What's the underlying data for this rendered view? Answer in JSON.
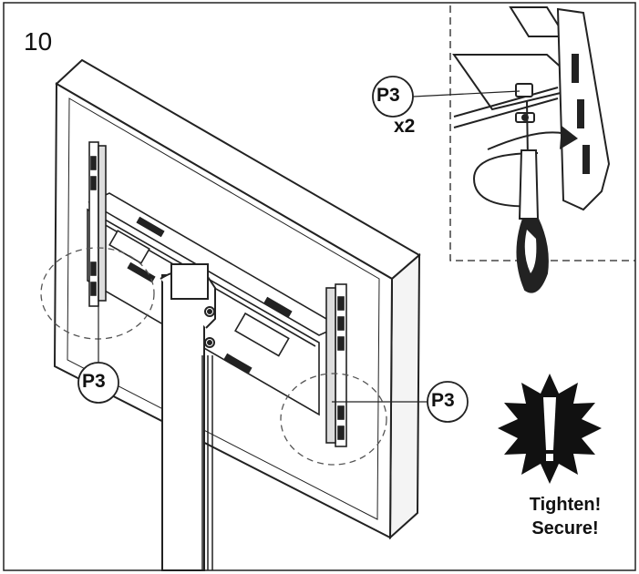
{
  "step": {
    "number": "10"
  },
  "callouts": {
    "detail_part": "P3",
    "detail_qty": "x2",
    "left_part": "P3",
    "right_part": "P3"
  },
  "warning": {
    "icon": "exclamation-burst-icon",
    "line1": "Tighten!",
    "line2": "Secure!"
  }
}
